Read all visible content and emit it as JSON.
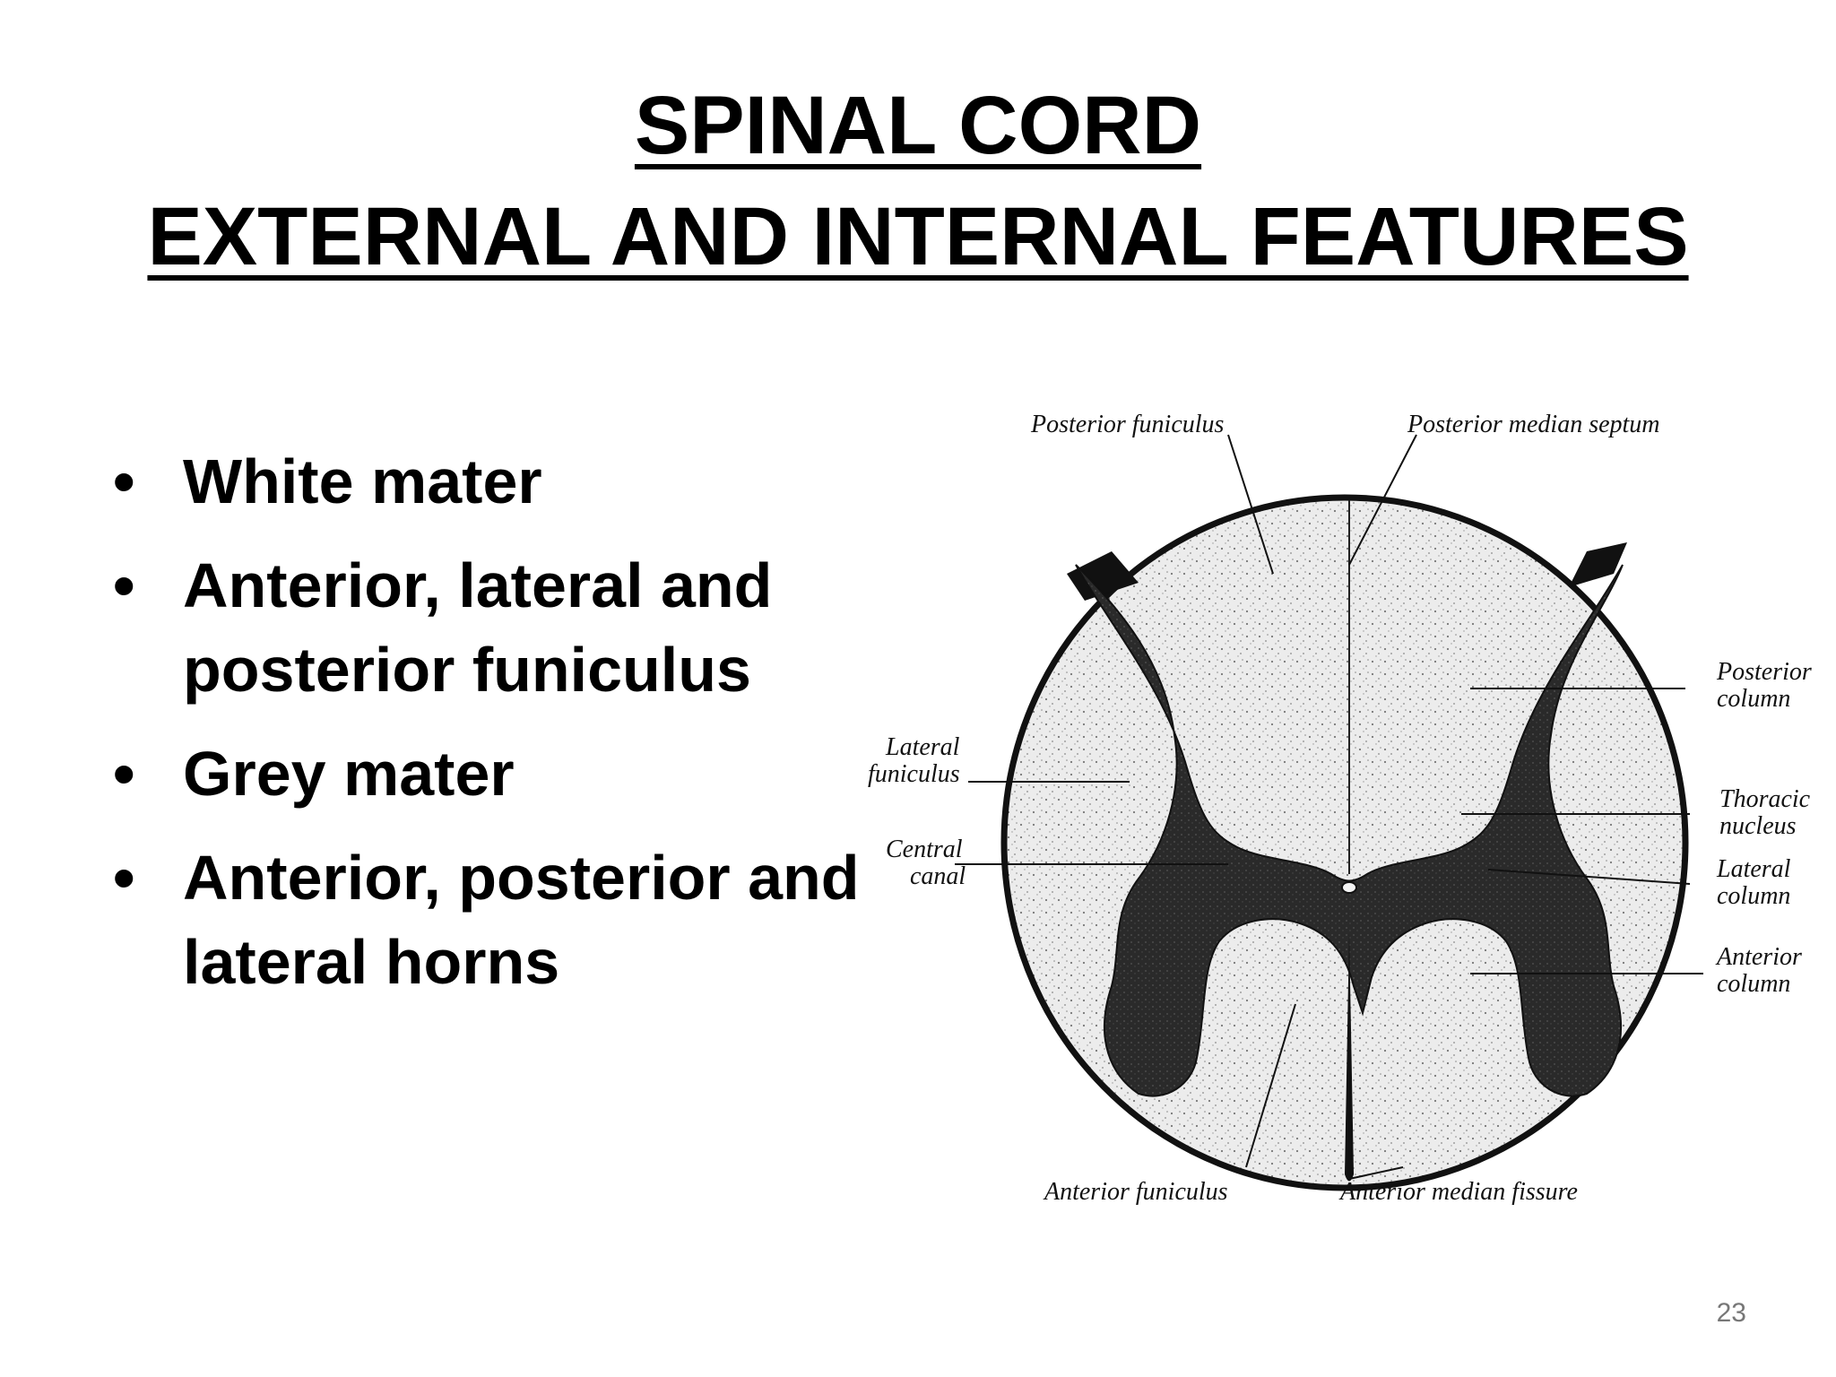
{
  "slide": {
    "title_line1": "SPINAL CORD",
    "title_line2": "EXTERNAL AND INTERNAL FEATURES",
    "page_number": "23"
  },
  "bullets": [
    {
      "line1": "White mater"
    },
    {
      "line1": "Anterior, lateral and",
      "line2": "posterior funiculus"
    },
    {
      "line1": "Grey mater"
    },
    {
      "line1": "Anterior, posterior and",
      "line2": "lateral horns"
    }
  ],
  "diagram": {
    "labels": {
      "posterior_funiculus": "Posterior funiculus",
      "posterior_median_septum": "Posterior median septum",
      "posterior_column_1": "Posterior",
      "posterior_column_2": "column",
      "lateral_funiculus_1": "Lateral",
      "lateral_funiculus_2": "funiculus",
      "thoracic_nucleus_1": "Thoracic",
      "thoracic_nucleus_2": "nucleus",
      "central_canal_1": "Central",
      "central_canal_2": "canal",
      "lateral_column_1": "Lateral",
      "lateral_column_2": "column",
      "anterior_column_1": "Anterior",
      "anterior_column_2": "column",
      "anterior_funiculus": "Anterior funiculus",
      "anterior_median_fissure": "Anterior median fissure"
    },
    "colors": {
      "white_matter": "#e9e9e9",
      "grey_matter": "#262626",
      "outline": "#111111"
    }
  }
}
